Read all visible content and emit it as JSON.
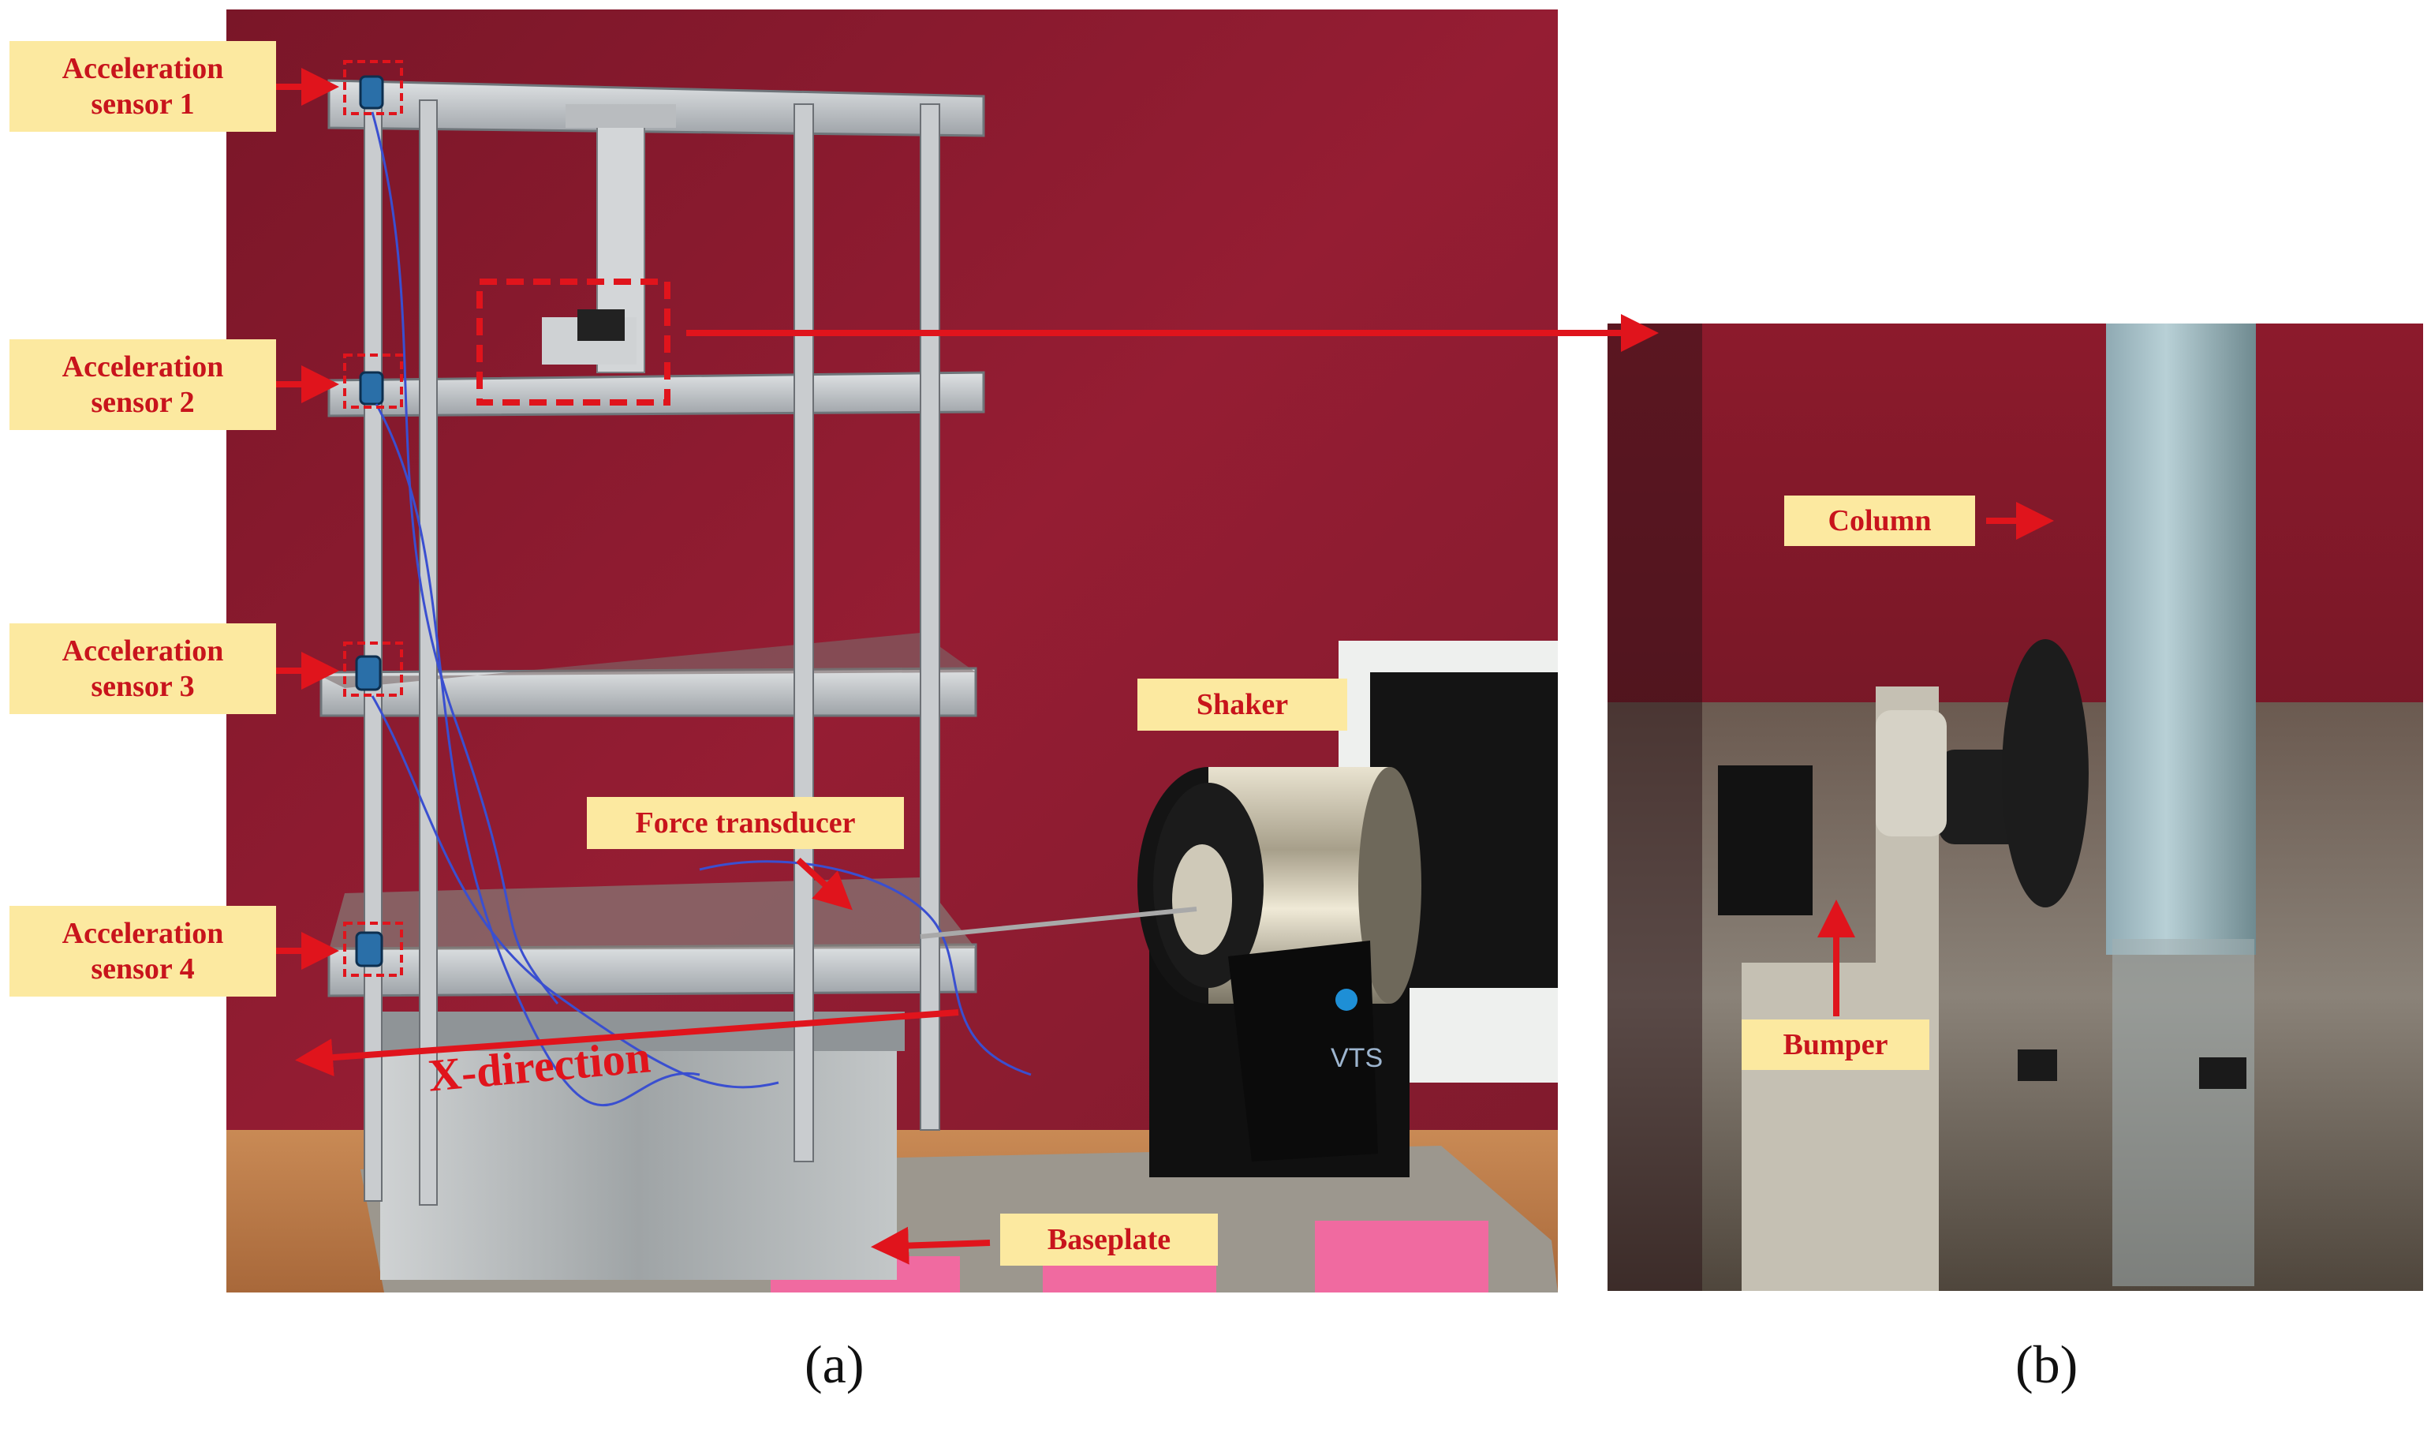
{
  "panel_a": {
    "labels": {
      "sensor1": "Acceleration\nsensor 1",
      "sensor2": "Acceleration\nsensor 2",
      "sensor3": "Acceleration\nsensor 3",
      "sensor4": "Acceleration\nsensor 4",
      "shaker": "Shaker",
      "force_transducer": "Force transducer",
      "baseplate": "Baseplate",
      "x_direction": "X-direction",
      "shaker_brand": "VTS"
    },
    "caption": "(a)"
  },
  "panel_b": {
    "labels": {
      "column": "Column",
      "bumper": "Bumper"
    },
    "caption": "(b)"
  },
  "colors": {
    "wall": "#8a1a2e",
    "label_fill": "#fce9a0",
    "label_text": "#c8141c",
    "arrow": "#e0141c",
    "aluminum": "#b9bdc2",
    "cable": "#3a4fd0",
    "foam": "#f06aa0"
  }
}
